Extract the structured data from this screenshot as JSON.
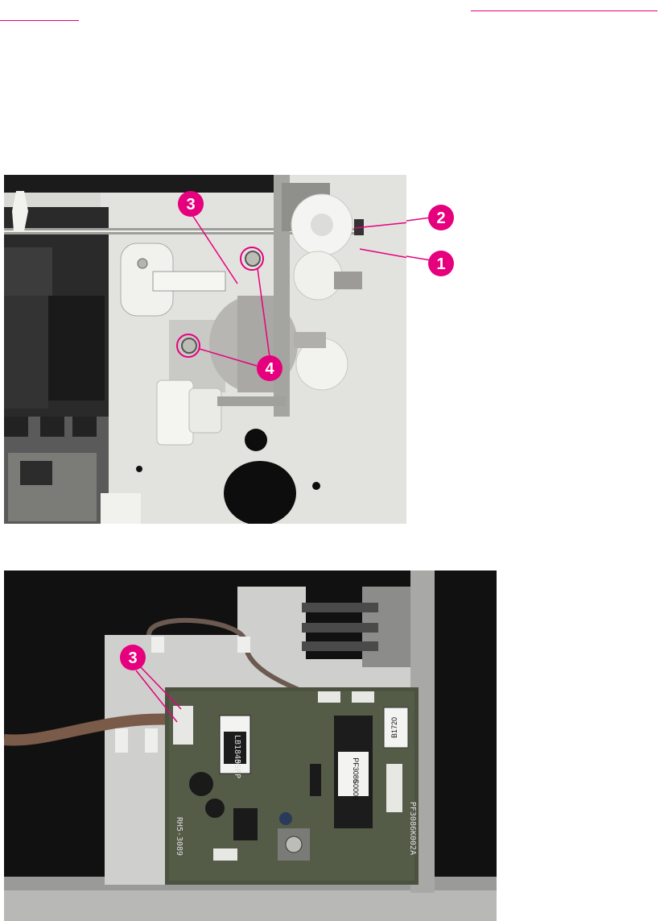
{
  "colors": {
    "callout": "#e6007e",
    "callout_text": "#ffffff",
    "link": "#e6007e"
  },
  "figure_1": {
    "callouts": [
      {
        "label": "1"
      },
      {
        "label": "2"
      },
      {
        "label": "3"
      },
      {
        "label": "4"
      }
    ]
  },
  "figure_2": {
    "callouts": [
      {
        "label": "3"
      }
    ],
    "board_marks": {
      "chip_left": "LB1845",
      "chip_left_sub": "0SPP",
      "chip_right": "PF3086",
      "chip_right_sub": "S0000",
      "label_sticker": "B1720",
      "board_id": "RH5-3089",
      "board_id_right": "PF3086K002A"
    }
  }
}
